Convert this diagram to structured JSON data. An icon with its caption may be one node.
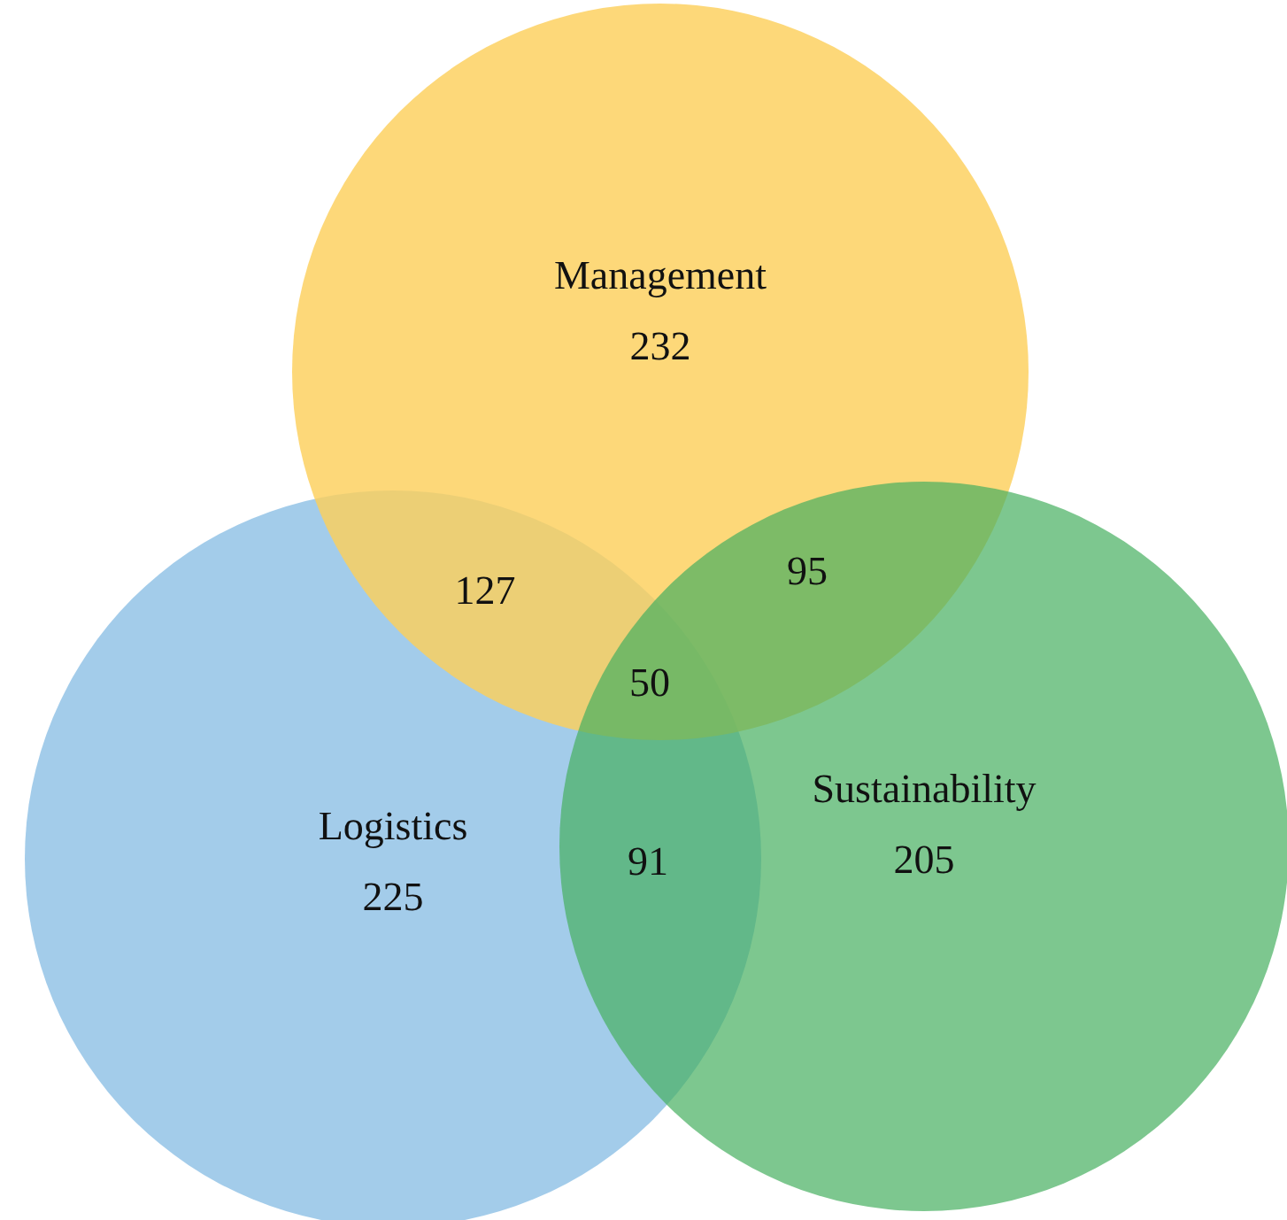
{
  "diagram": {
    "nodes": [
      {
        "text": [
          "Management",
          "232"
        ]
      },
      {
        "text": [
          "Logistics",
          "225"
        ]
      },
      {
        "text": [
          "Sustainability",
          "205"
        ]
      }
    ],
    "labels": [
      "127",
      "95",
      "50",
      "91"
    ]
  }
}
